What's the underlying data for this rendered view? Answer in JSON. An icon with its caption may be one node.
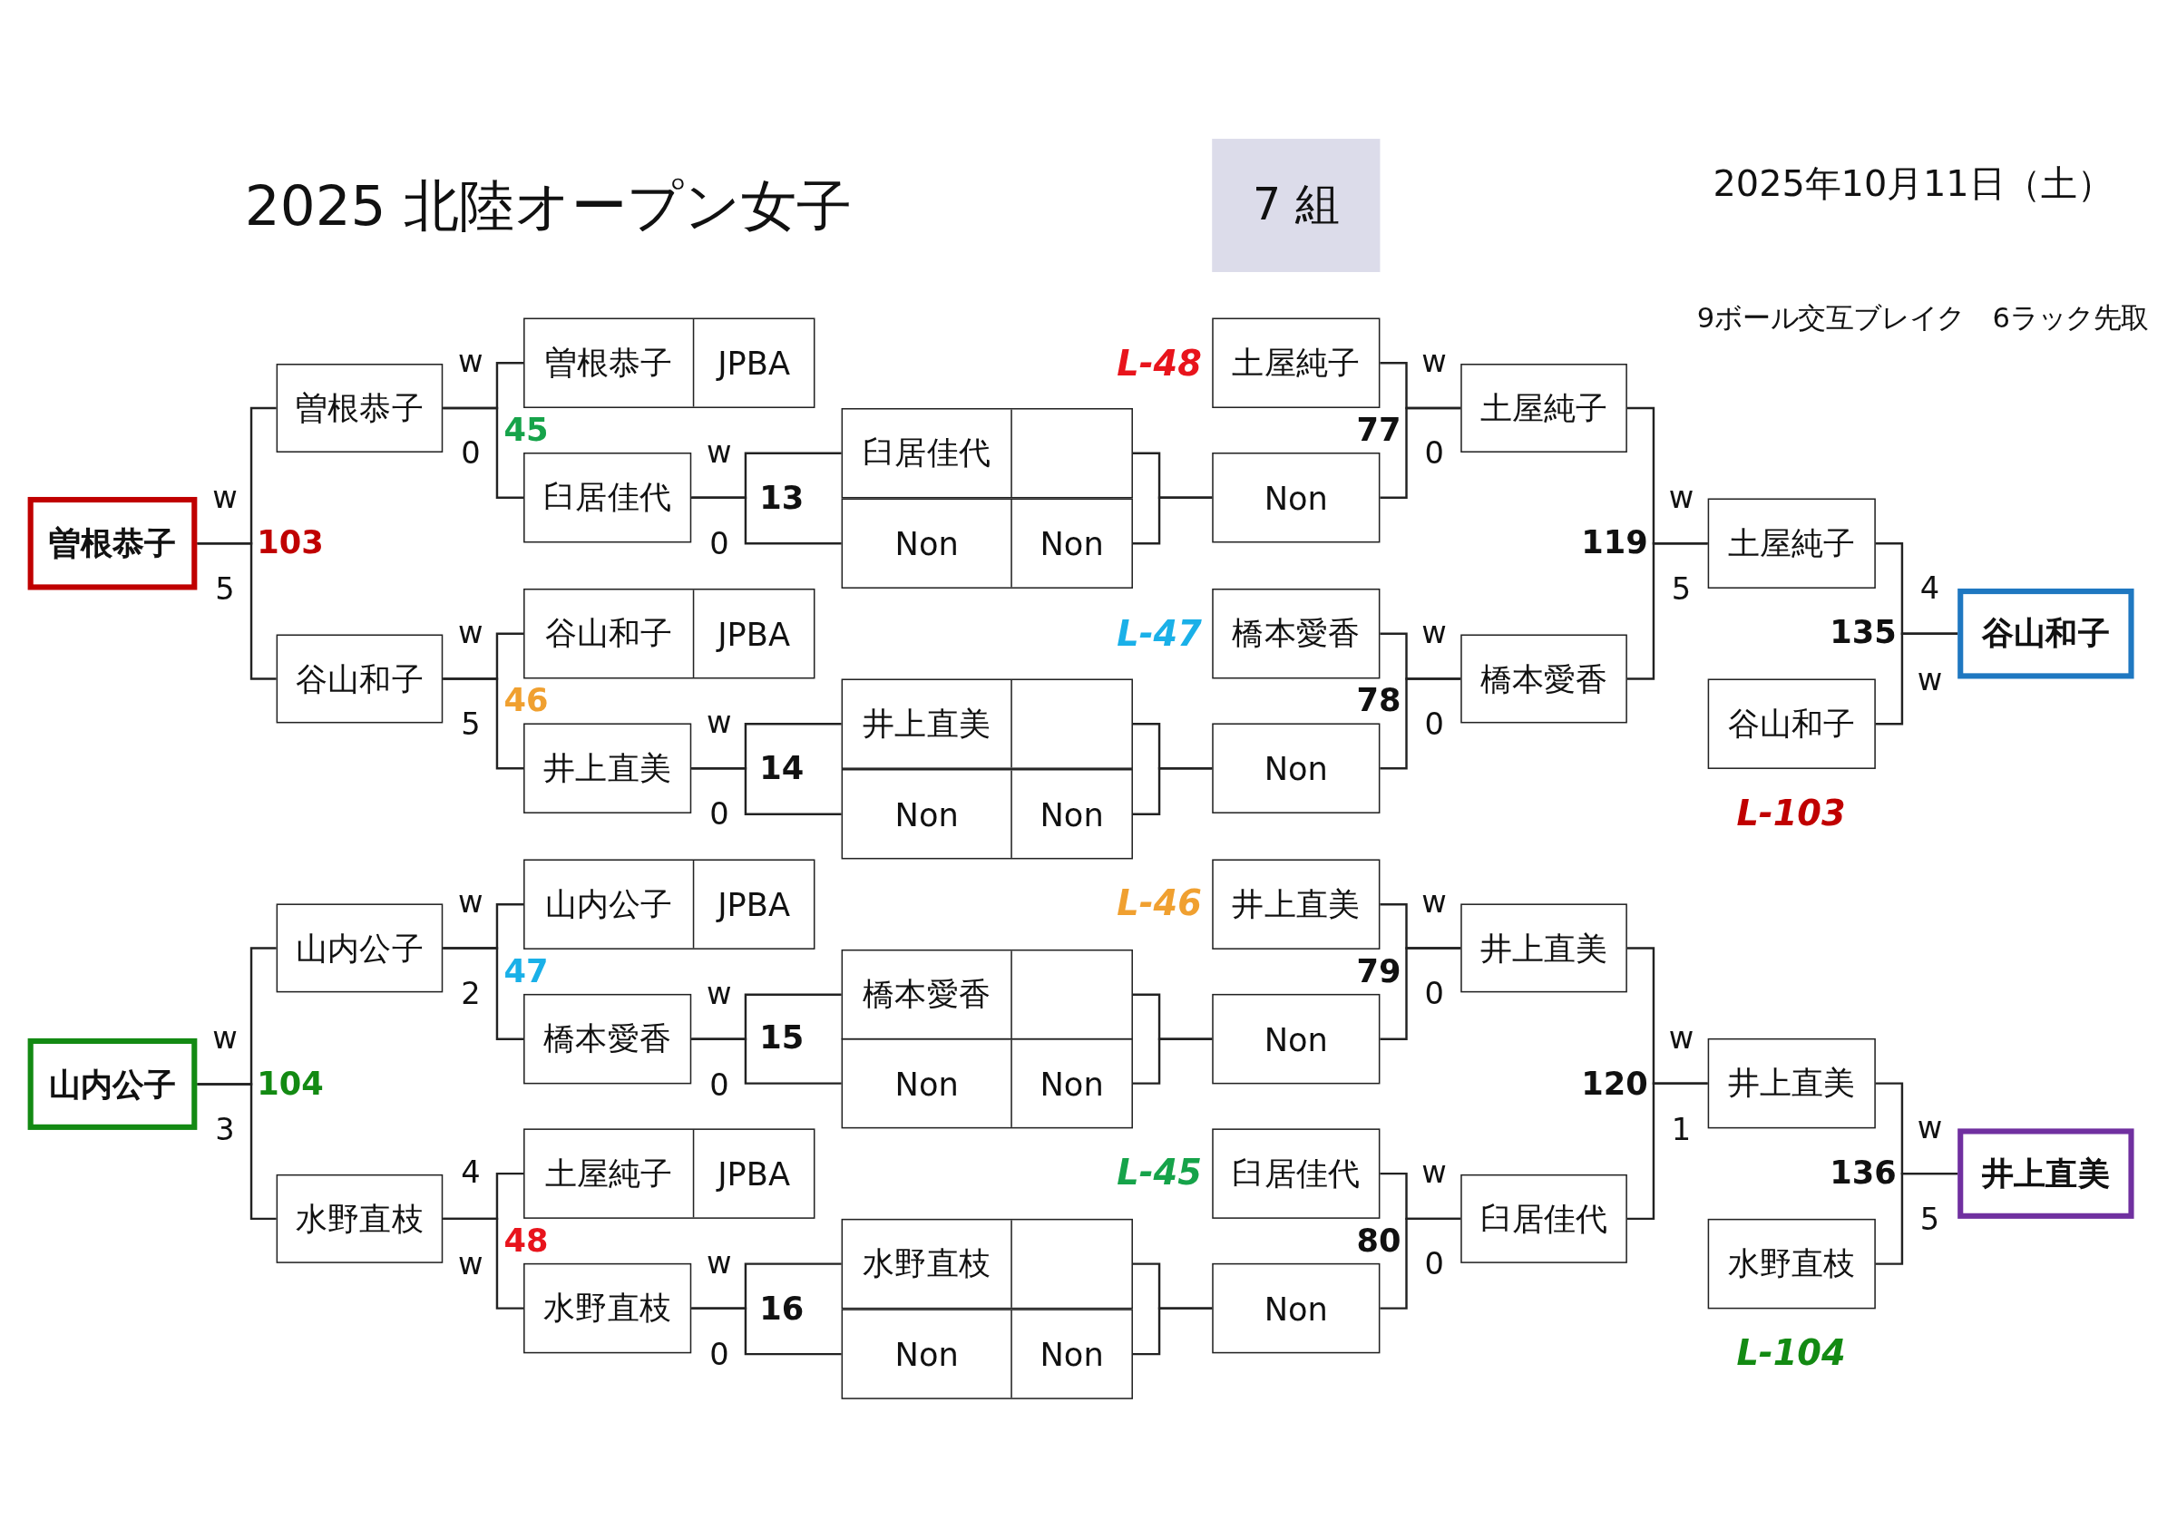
{
  "diagram": {
    "title": "2025 北陸オープン女子",
    "nodes": [
      {
        "text": [
          "7 組"
        ]
      },
      {
        "text": [
          "曽根恭子"
        ]
      },
      {
        "text": [
          "山内公子"
        ]
      },
      {
        "text": [
          "曽根恭子"
        ]
      },
      {
        "text": [
          "谷山和子"
        ]
      },
      {
        "text": [
          "山内公子"
        ]
      },
      {
        "text": [
          "水野直枝"
        ]
      },
      {
        "text": [
          "曽根恭子",
          "JPBA"
        ]
      },
      {
        "text": [
          "臼居佳代"
        ]
      },
      {
        "text": [
          "谷山和子",
          "JPBA"
        ]
      },
      {
        "text": [
          "井上直美"
        ]
      },
      {
        "text": [
          "山内公子",
          "JPBA"
        ]
      },
      {
        "text": [
          "橋本愛香"
        ]
      },
      {
        "text": [
          "土屋純子",
          "JPBA"
        ]
      },
      {
        "text": [
          "水野直枝"
        ]
      },
      {
        "text": [
          "臼居佳代"
        ]
      },
      {
        "text": [
          "Non",
          "Non"
        ]
      },
      {
        "text": [
          "井上直美"
        ]
      },
      {
        "text": [
          "Non",
          "Non"
        ]
      },
      {
        "text": [
          "橋本愛香"
        ]
      },
      {
        "text": [
          "Non",
          "Non"
        ]
      },
      {
        "text": [
          "水野直枝"
        ]
      },
      {
        "text": [
          "Non",
          "Non"
        ]
      },
      {
        "text": [
          "土屋純子"
        ],
        "beside": [
          "L-48"
        ]
      },
      {
        "text": [
          "Non"
        ]
      },
      {
        "text": [
          "橋本愛香"
        ],
        "beside": [
          "L-47"
        ]
      },
      {
        "text": [
          "Non"
        ]
      },
      {
        "text": [
          "井上直美"
        ],
        "beside": [
          "L-46"
        ]
      },
      {
        "text": [
          "Non"
        ]
      },
      {
        "text": [
          "臼居佳代"
        ],
        "beside": [
          "L-45"
        ]
      },
      {
        "text": [
          "Non"
        ]
      },
      {
        "text": [
          "土屋純子"
        ]
      },
      {
        "text": [
          "橋本愛香"
        ]
      },
      {
        "text": [
          "井上直美"
        ]
      },
      {
        "text": [
          "臼居佳代"
        ]
      },
      {
        "text": [
          "土屋純子"
        ]
      },
      {
        "text": [
          "谷山和子"
        ],
        "beside": [
          "L-103"
        ]
      },
      {
        "text": [
          "井上直美"
        ]
      },
      {
        "text": [
          "水野直枝"
        ],
        "beside": [
          "L-104"
        ]
      },
      {
        "text": [
          "谷山和子"
        ]
      },
      {
        "text": [
          "井上直美"
        ]
      }
    ],
    "edges": [
      {
        "from": 3,
        "to": 1,
        "arrow": "none",
        "label": "w"
      },
      {
        "from": 4,
        "to": 1,
        "arrow": "none",
        "label": "5"
      },
      {
        "from": 5,
        "to": 2,
        "arrow": "none",
        "label": "w"
      },
      {
        "from": 6,
        "to": 2,
        "arrow": "none",
        "label": "3"
      },
      {
        "from": 7,
        "to": 3,
        "arrow": "none",
        "label": "w"
      },
      {
        "from": 8,
        "to": 3,
        "arrow": "none",
        "label": "0"
      },
      {
        "from": 9,
        "to": 4,
        "arrow": "none",
        "label": "w"
      },
      {
        "from": 10,
        "to": 4,
        "arrow": "none",
        "label": "5"
      },
      {
        "from": 11,
        "to": 5,
        "arrow": "none",
        "label": "w"
      },
      {
        "from": 12,
        "to": 5,
        "arrow": "none",
        "label": "2"
      },
      {
        "from": 13,
        "to": 6,
        "arrow": "none",
        "label": "4"
      },
      {
        "from": 14,
        "to": 6,
        "arrow": "none",
        "label": "w"
      },
      {
        "from": 15,
        "to": 8,
        "arrow": "none",
        "label": "w"
      },
      {
        "from": 16,
        "to": 8,
        "arrow": "none",
        "label": "0"
      },
      {
        "from": 17,
        "to": 10,
        "arrow": "none",
        "label": "w"
      },
      {
        "from": 18,
        "to": 10,
        "arrow": "none",
        "label": "0"
      },
      {
        "from": 19,
        "to": 12,
        "arrow": "none",
        "label": "w"
      },
      {
        "from": 20,
        "to": 12,
        "arrow": "none",
        "label": "0"
      },
      {
        "from": 21,
        "to": 14,
        "arrow": "none",
        "label": "w"
      },
      {
        "from": 22,
        "to": 14,
        "arrow": "none",
        "label": "0"
      },
      {
        "from": 15,
        "to": 24,
        "arrow": "none"
      },
      {
        "from": 16,
        "to": 24,
        "arrow": "none"
      },
      {
        "from": 17,
        "to": 26,
        "arrow": "none"
      },
      {
        "from": 18,
        "to": 26,
        "arrow": "none"
      },
      {
        "from": 19,
        "to": 28,
        "arrow": "none"
      },
      {
        "from": 20,
        "to": 28,
        "arrow": "none"
      },
      {
        "from": 21,
        "to": 30,
        "arrow": "none"
      },
      {
        "from": 22,
        "to": 30,
        "arrow": "none"
      },
      {
        "from": 23,
        "to": 31,
        "arrow": "none",
        "label": "w"
      },
      {
        "from": 24,
        "to": 31,
        "arrow": "none",
        "label": "0"
      },
      {
        "from": 25,
        "to": 32,
        "arrow": "none",
        "label": "w"
      },
      {
        "from": 26,
        "to": 32,
        "arrow": "none",
        "label": "0"
      },
      {
        "from": 27,
        "to": 33,
        "arrow": "none",
        "label": "w"
      },
      {
        "from": 28,
        "to": 33,
        "arrow": "none",
        "label": "0"
      },
      {
        "from": 29,
        "to": 34,
        "arrow": "none",
        "label": "w"
      },
      {
        "from": 30,
        "to": 34,
        "arrow": "none",
        "label": "0"
      },
      {
        "from": 31,
        "to": 35,
        "arrow": "none",
        "label": "w"
      },
      {
        "from": 32,
        "to": 35,
        "arrow": "none",
        "label": "5"
      },
      {
        "from": 33,
        "to": 37,
        "arrow": "none",
        "label": "w"
      },
      {
        "from": 34,
        "to": 37,
        "arrow": "none",
        "label": "1"
      },
      {
        "from": 35,
        "to": 39,
        "arrow": "none",
        "label": "4"
      },
      {
        "from": 36,
        "to": 39,
        "arrow": "none",
        "label": "w"
      },
      {
        "from": 37,
        "to": 40,
        "arrow": "none",
        "label": "w"
      },
      {
        "from": 38,
        "to": 40,
        "arrow": "none",
        "label": "5"
      }
    ],
    "labels": [
      "2025年10月11日（土）",
      "9ボール交互ブレイク　6ラック先取",
      "45",
      "13",
      "77",
      "103",
      "119",
      "135",
      "46",
      "14",
      "78",
      "47",
      "15",
      "79",
      "104",
      "120",
      "136",
      "48",
      "16",
      "80"
    ]
  }
}
